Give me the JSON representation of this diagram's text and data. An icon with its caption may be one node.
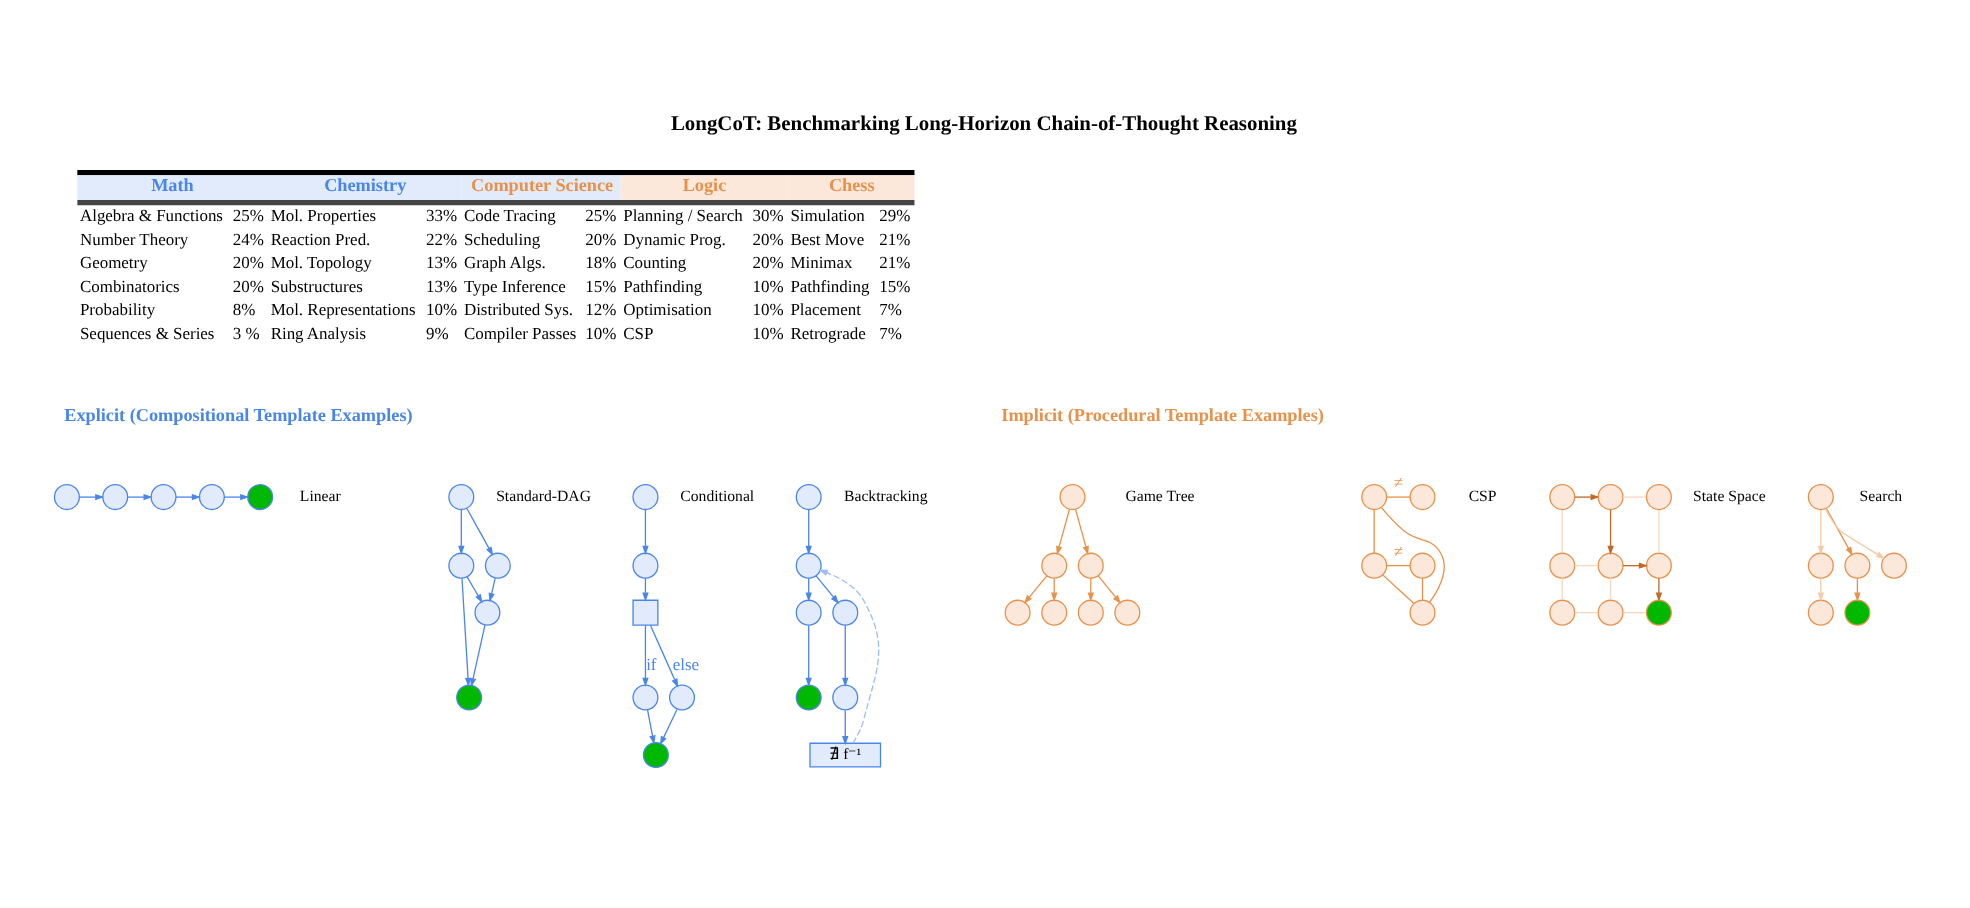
{
  "diagram": {
    "title": "LongCoT: Benchmarking Long-Horizon Chain-of-Thought Reasoning",
    "nodes": [
      {
        "text": [],
        "shape": "circle"
      },
      {
        "text": [],
        "shape": "circle"
      },
      {
        "text": [],
        "shape": "circle"
      },
      {
        "text": [],
        "shape": "circle"
      },
      {
        "text": [],
        "shape": "circle"
      },
      {
        "text": [],
        "shape": "circle"
      },
      {
        "text": [],
        "shape": "circle"
      },
      {
        "text": [],
        "shape": "circle"
      },
      {
        "text": [],
        "shape": "circle"
      },
      {
        "text": [],
        "shape": "circle"
      },
      {
        "text": [],
        "shape": "circle"
      },
      {
        "text": [],
        "shape": "circle"
      },
      {
        "text": [],
        "shape": "box"
      },
      {
        "text": [],
        "shape": "circle"
      },
      {
        "text": [],
        "shape": "circle"
      },
      {
        "text": [],
        "shape": "circle"
      },
      {
        "text": [],
        "shape": "circle"
      },
      {
        "text": [],
        "shape": "circle"
      },
      {
        "text": [],
        "shape": "circle"
      },
      {
        "text": [],
        "shape": "circle"
      },
      {
        "text": [],
        "shape": "circle"
      },
      {
        "text": [],
        "shape": "circle"
      },
      {
        "text": [
          "∄ f⁻¹"
        ]
      },
      {
        "text": [],
        "shape": "circle"
      },
      {
        "text": [],
        "shape": "circle"
      },
      {
        "text": [],
        "shape": "circle"
      },
      {
        "text": [],
        "shape": "circle"
      },
      {
        "text": [],
        "shape": "circle"
      },
      {
        "text": [],
        "shape": "circle"
      },
      {
        "text": [],
        "shape": "circle"
      },
      {
        "text": [],
        "shape": "circle"
      },
      {
        "text": [],
        "shape": "circle"
      },
      {
        "text": [],
        "shape": "circle"
      },
      {
        "text": [],
        "shape": "circle"
      },
      {
        "text": [],
        "shape": "circle"
      },
      {
        "text": [],
        "shape": "circle"
      },
      {
        "text": [],
        "shape": "circle"
      },
      {
        "text": [],
        "shape": "circle"
      },
      {
        "text": [],
        "shape": "circle"
      },
      {
        "text": [],
        "shape": "circle"
      },
      {
        "text": [],
        "shape": "circle"
      },
      {
        "text": [],
        "shape": "circle"
      },
      {
        "text": [],
        "shape": "circle"
      },
      {
        "text": [],
        "shape": "circle"
      },
      {
        "text": [],
        "shape": "circle"
      },
      {
        "text": [],
        "shape": "circle"
      },
      {
        "text": [],
        "shape": "circle"
      },
      {
        "text": [],
        "shape": "circle"
      },
      {
        "text": [],
        "shape": "circle"
      },
      {
        "text": [],
        "shape": "circle"
      }
    ],
    "edges": [
      {
        "from": 0,
        "to": 1,
        "arrow": "to",
        "color": "#4a86e8"
      },
      {
        "from": 1,
        "to": 2,
        "arrow": "to",
        "color": "#4a86e8"
      },
      {
        "from": 2,
        "to": 3,
        "arrow": "to",
        "color": "#4a86e8"
      },
      {
        "from": 3,
        "to": 4,
        "arrow": "to",
        "color": "#4a86e8"
      },
      {
        "from": 5,
        "to": 6,
        "arrow": "to",
        "color": "#4a86e8"
      },
      {
        "from": 5,
        "to": 7,
        "arrow": "to",
        "color": "#4a86e8"
      },
      {
        "from": 6,
        "to": 8,
        "arrow": "to",
        "color": "#4a86e8"
      },
      {
        "from": 7,
        "to": 8,
        "arrow": "to",
        "color": "#4a86e8"
      },
      {
        "from": 8,
        "to": 9,
        "arrow": "to",
        "color": "#4a86e8"
      },
      {
        "from": 6,
        "to": 9,
        "arrow": "to",
        "color": "#4a86e8"
      },
      {
        "from": 10,
        "to": 11,
        "arrow": "to",
        "color": "#4a86e8"
      },
      {
        "from": 11,
        "to": 12,
        "arrow": "to",
        "color": "#4a86e8"
      },
      {
        "from": 12,
        "to": 13,
        "arrow": "to",
        "label": "if",
        "color": "#4a86e8"
      },
      {
        "from": 12,
        "to": 14,
        "arrow": "to",
        "label": "else",
        "color": "#4a86e8"
      },
      {
        "from": 13,
        "to": 15,
        "arrow": "to",
        "color": "#4a86e8"
      },
      {
        "from": 14,
        "to": 15,
        "arrow": "to",
        "color": "#4a86e8"
      },
      {
        "from": 16,
        "to": 17,
        "arrow": "to",
        "color": "#4a86e8"
      },
      {
        "from": 17,
        "to": 18,
        "arrow": "to",
        "color": "#4a86e8"
      },
      {
        "from": 18,
        "to": 19,
        "arrow": "to",
        "color": "#4a86e8"
      },
      {
        "from": 17,
        "to": 20,
        "arrow": "to",
        "color": "#4a86e8"
      },
      {
        "from": 20,
        "to": 21,
        "arrow": "to",
        "color": "#4a86e8"
      },
      {
        "from": 21,
        "to": 22,
        "arrow": "to",
        "color": "#4a86e8"
      },
      {
        "from": 22,
        "to": 17,
        "arrow": "to",
        "style": "dashed",
        "color": "#9dbdf2"
      },
      {
        "from": 23,
        "to": 24,
        "arrow": "to",
        "color": "#e8914a"
      },
      {
        "from": 23,
        "to": 25,
        "arrow": "to",
        "color": "#e8914a"
      },
      {
        "from": 24,
        "to": 26,
        "arrow": "to",
        "color": "#e8914a"
      },
      {
        "from": 24,
        "to": 27,
        "arrow": "to",
        "color": "#e8914a"
      },
      {
        "from": 25,
        "to": 28,
        "arrow": "to",
        "color": "#e8914a"
      },
      {
        "from": 25,
        "to": 29,
        "arrow": "to",
        "color": "#e8914a"
      },
      {
        "from": 30,
        "to": 31,
        "arrow": "none",
        "label": "≠",
        "color": "#e8914a"
      },
      {
        "from": 30,
        "to": 32,
        "arrow": "none",
        "color": "#e8914a"
      },
      {
        "from": 30,
        "to": 33,
        "arrow": "none",
        "color": "#e8914a"
      },
      {
        "from": 32,
        "to": 34,
        "arrow": "none",
        "label": "≠",
        "color": "#e8914a"
      },
      {
        "from": 32,
        "to": 33,
        "arrow": "none",
        "color": "#e8914a"
      },
      {
        "from": 33,
        "to": 34,
        "arrow": "none",
        "color": "#e8914a"
      },
      {
        "from": 35,
        "to": 36,
        "arrow": "to",
        "color": "#c0692b"
      },
      {
        "from": 36,
        "to": 39,
        "arrow": "to",
        "color": "#c0692b"
      },
      {
        "from": 39,
        "to": 40,
        "arrow": "to",
        "color": "#c0692b"
      },
      {
        "from": 40,
        "to": 43,
        "arrow": "to",
        "color": "#c0692b"
      },
      {
        "from": 36,
        "to": 37,
        "arrow": "none",
        "color": "#f6d7c0"
      },
      {
        "from": 35,
        "to": 38,
        "arrow": "none",
        "color": "#f6d7c0"
      },
      {
        "from": 37,
        "to": 40,
        "arrow": "none",
        "color": "#f6d7c0"
      },
      {
        "from": 38,
        "to": 39,
        "arrow": "none",
        "color": "#f6d7c0"
      },
      {
        "from": 38,
        "to": 41,
        "arrow": "none",
        "color": "#f6d7c0"
      },
      {
        "from": 39,
        "to": 42,
        "arrow": "none",
        "color": "#f6d7c0"
      },
      {
        "from": 41,
        "to": 42,
        "arrow": "none",
        "color": "#f6d7c0"
      },
      {
        "from": 42,
        "to": 43,
        "arrow": "none",
        "color": "#f6d7c0"
      },
      {
        "from": 44,
        "to": 45,
        "arrow": "to",
        "color": "#f4cba9"
      },
      {
        "from": 44,
        "to": 46,
        "arrow": "to",
        "color": "#e8914a"
      },
      {
        "from": 44,
        "to": 47,
        "arrow": "to",
        "color": "#f4cba9"
      },
      {
        "from": 45,
        "to": 48,
        "arrow": "to",
        "color": "#f4cba9"
      },
      {
        "from": 46,
        "to": 49,
        "arrow": "to",
        "color": "#e8914a"
      }
    ],
    "labels": [
      "Math",
      "Chemistry",
      "Computer Science",
      "Logic",
      "Chess",
      "Algebra & Functions",
      "25%",
      "Mol. Properties",
      "33%",
      "Code Tracing",
      "25%",
      "Planning / Search",
      "30%",
      "Simulation",
      "29%",
      "Number Theory",
      "24%",
      "Reaction Pred.",
      "22%",
      "Scheduling",
      "20%",
      "Dynamic Prog.",
      "20%",
      "Best Move",
      "21%",
      "Geometry",
      "20%",
      "Mol. Topology",
      "13%",
      "Graph Algs.",
      "18%",
      "Counting",
      "20%",
      "Minimax",
      "21%",
      "Combinatorics",
      "20%",
      "Substructures",
      "13%",
      "Type Inference",
      "15%",
      "Pathfinding",
      "10%",
      "Pathfinding",
      "15%",
      "Probability",
      "8%",
      "Mol. Representations",
      "10%",
      "Distributed Sys.",
      "12%",
      "Optimisation",
      "10%",
      "Placement",
      "7%",
      "Sequences & Series",
      "3 %",
      "Ring Analysis",
      "9%",
      "Compiler Passes",
      "10%",
      "CSP",
      "10%",
      "Retrograde",
      "7%",
      "Explicit (Compositional Template Examples)",
      "Implicit (Procedural Template Examples)",
      "Linear",
      "Standard-DAG",
      "Conditional",
      "Backtracking",
      "Game Tree",
      "CSP",
      "State Space",
      "Search"
    ]
  }
}
